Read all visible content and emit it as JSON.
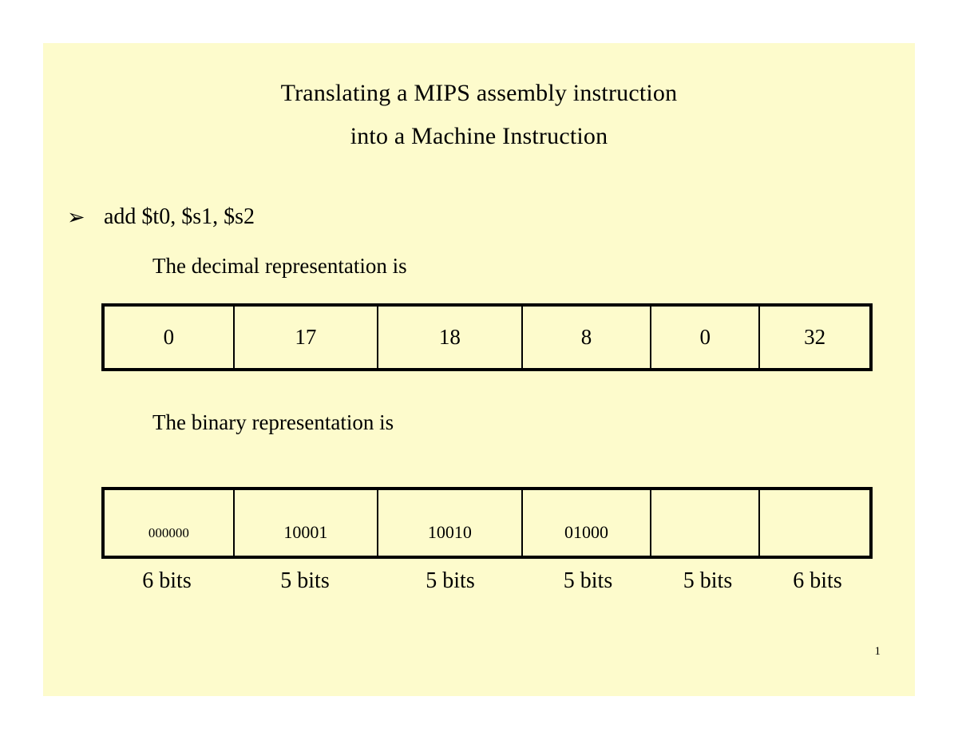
{
  "slide": {
    "background_color": "#fdfbcc",
    "page_background_color": "#ffffff",
    "text_color": "#000000",
    "title": {
      "line1": "Translating a MIPS assembly instruction",
      "line2": "into a Machine Instruction"
    },
    "bullet": {
      "glyph": "➢",
      "glyph_name": "arrowhead-bullet",
      "text": "add $t0, $s1, $s2"
    },
    "captions": {
      "decimal": "The decimal representation is",
      "binary": "The binary representation is"
    },
    "decimal_table": {
      "cells": [
        "0",
        "17",
        "18",
        "8",
        "0",
        "32"
      ]
    },
    "binary_table": {
      "cells": [
        "000000",
        "10001",
        "10010",
        "01000",
        "",
        ""
      ]
    },
    "bit_widths": [
      "6 bits",
      "5 bits",
      "5 bits",
      "5 bits",
      "5 bits",
      "6 bits"
    ],
    "page_number": "1"
  }
}
